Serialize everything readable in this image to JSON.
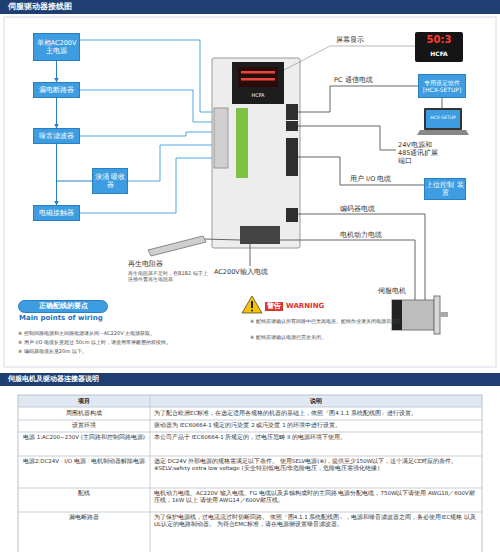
{
  "diagram": {
    "title": "伺服驱动器接线图",
    "nodes": [
      {
        "text": [
          "单相AC200V 主电源"
        ]
      },
      {
        "text": [
          "漏电断路器"
        ]
      },
      {
        "text": [
          "噪音滤波器"
        ]
      },
      {
        "text": [
          "浪涌 吸收器"
        ]
      },
      {
        "text": [
          "电磁接触器"
        ]
      },
      {
        "text": [
          "专用设定软件 [HCX-SETUP]"
        ]
      },
      {
        "text": [
          "上位控制 装置"
        ]
      },
      {
        "text": [
          "正确配线的要点",
          "Main points of wiring"
        ]
      }
    ],
    "edges": [
      {
        "from": 0,
        "to": 1,
        "arrow": "to"
      },
      {
        "from": 1,
        "to": 2,
        "arrow": "to"
      },
      {
        "from": 2,
        "to": 4,
        "arrow": "to"
      },
      {
        "from": 2,
        "to": 3,
        "arrow": "none"
      }
    ],
    "labels": [
      "HCFA",
      "屏幕显示",
      "50:3",
      "HCFA",
      "PC 通信电缆",
      "HCX-SETUP",
      "24V电源和 485通讯扩展端口",
      "用户 I/O 电缆",
      "编码器电缆",
      "电机动力电缆",
      "伺服电机",
      "再生电阻器",
      "再生电阻器不足时，在B1B2 端子上连接外置再生电阻器",
      "AC200V输入电缆",
      "※ 控制回路电源和主回路电源请从同一AC220V 主电源获取。",
      "※ 用户 I/O 电缆长度超过 50cm 以上时，请使用带屏蔽层的双绞线。",
      "※ 编码器电缆长度20m 以下。",
      "警告",
      "WARNING",
      "※ 配线前请确认所有回路中已无高电压。配线作业请关闭电源后进行。",
      "※ 配线前请确认电源已完全关闭。",
      "伺服电机及驱动器连接器说明",
      "项目",
      "说明",
      "周围机器构成",
      "为了配合欧洲EC标准，在选定适用各规格的机器的基础上，依照『图4.1.1 系统配线图』进行设置。",
      "设置环境",
      "驱动器为 IEC60664-1 规定的污染度 2 或污染度 1 的环境中进行设置。",
      "电源 1:AC200~230V (主回路和控制回路电源)",
      "本公司产品于 IEC60664-1 所规定的，过电压范畴 II 的电源环境下使用。",
      "电源2:DC24V · I/O 电源 · 电机制动器解除电源",
      "选定 DC24V 外部电源的规格需满足以下条件。 使用SELV电源(※)，提供至少150W以下，这个满足CE对应的条件。 ※SELV:safety extra low voltage (安全特别低电压/非危险电压，危险电压需强化绝缘)",
      "配线",
      "电机动力电缆、AC220V 输入电缆、FG 电缆以及多轴构成时的主回路 电源分配电缆，750W以下请使用 AWG18／600V耐压线，1kW 以上 请使用 AWG14／600V耐压线。",
      "漏电断路器",
      "为了保护电源线，过电流流过时切断回路。 依照『图4.1.1 系统配线图』，电源和噪音滤波器之间，务必使用IEC规格 以及UL认定的电路制动器。 为符合EMC标准，请在电源侧设置噪音滤波器。"
    ]
  }
}
